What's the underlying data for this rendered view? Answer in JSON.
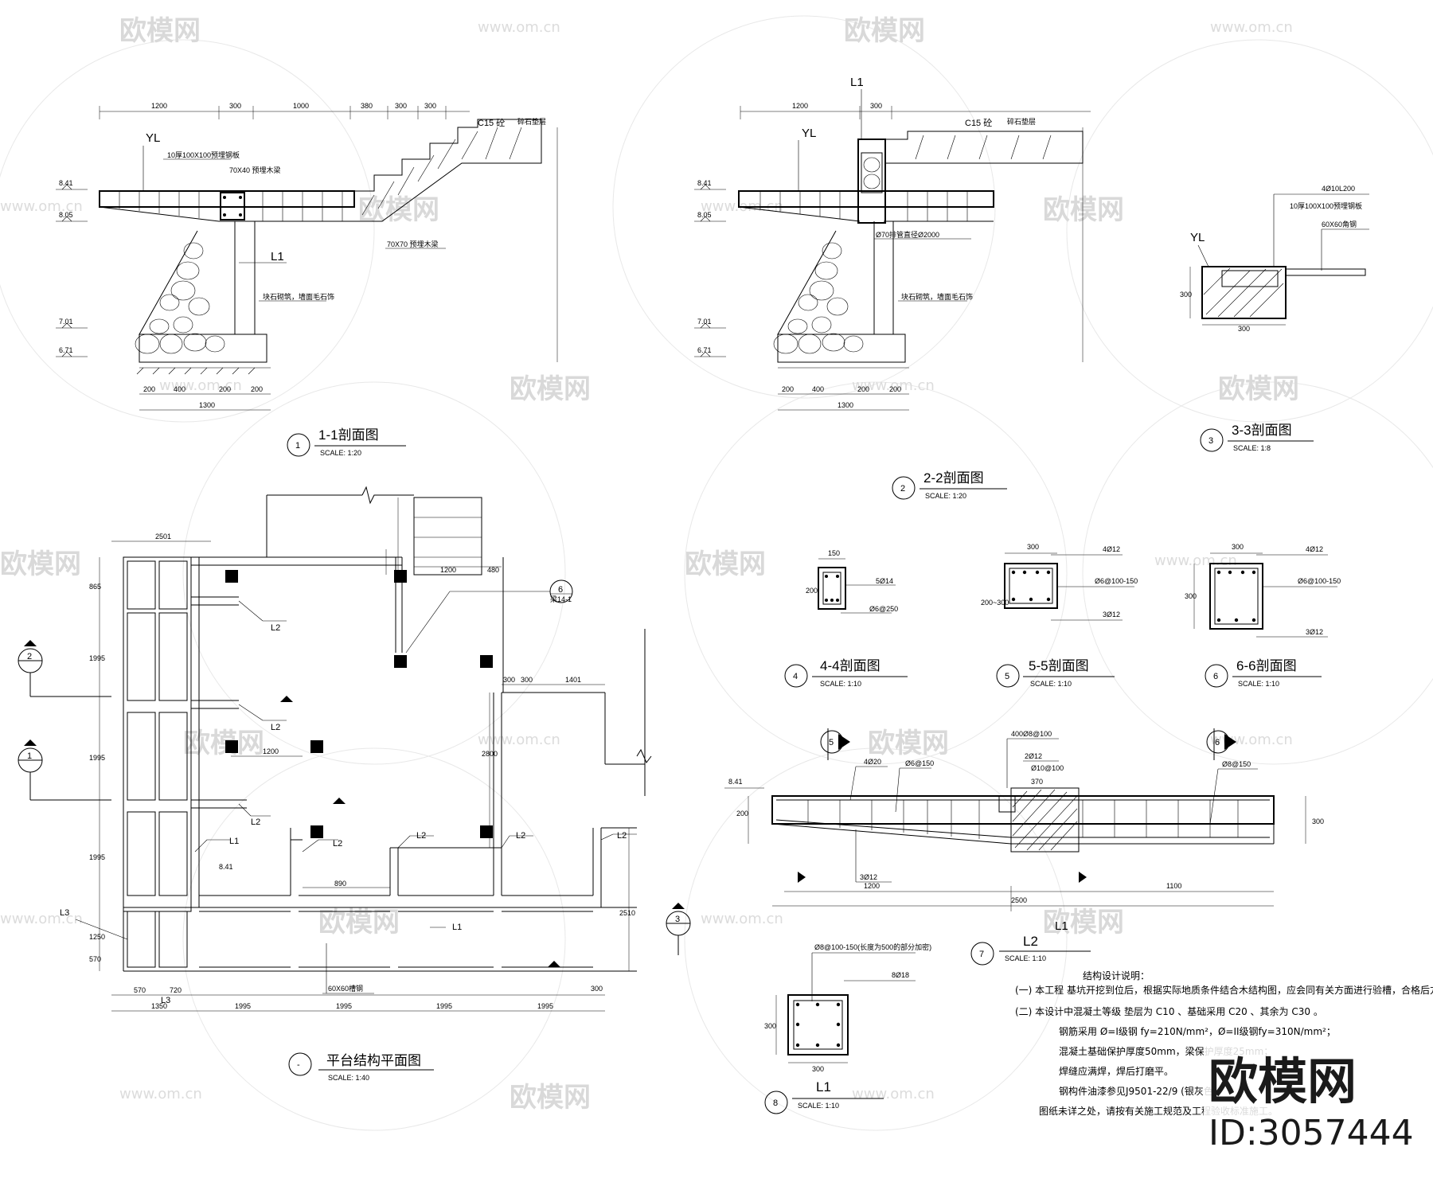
{
  "watermark": {
    "brand": "欧模网",
    "url": "www.om.cn"
  },
  "brand": {
    "name": "欧模网",
    "id": "ID:3057444"
  },
  "views": {
    "v1": {
      "num": "1",
      "title": "1-1剖面图",
      "scale": "SCALE: 1:20"
    },
    "v2": {
      "num": "2",
      "title": "2-2剖面图",
      "scale": "SCALE: 1:20"
    },
    "v3": {
      "num": "3",
      "title": "3-3剖面图",
      "scale": "SCALE: 1:8"
    },
    "v4": {
      "num": "4",
      "title": "4-4剖面图",
      "scale": "SCALE: 1:10"
    },
    "v5": {
      "num": "5",
      "title": "5-5剖面图",
      "scale": "SCALE: 1:10"
    },
    "v6": {
      "num": "6",
      "title": "6-6剖面图",
      "scale": "SCALE: 1:10"
    },
    "v7": {
      "num": "7",
      "title": "L2",
      "scale": "SCALE: 1:10"
    },
    "v8": {
      "num": "8",
      "title": "L1",
      "scale": "SCALE: 1:10"
    },
    "plan": {
      "num": "-",
      "title": "平台结构平面图",
      "scale": "SCALE: 1:40"
    }
  },
  "labels": {
    "YL": "YL",
    "L1": "L1",
    "L2": "L2",
    "L3": "L3",
    "c15": "C15 砼",
    "sand": "碎石垫层",
    "plate": "10厚100X100预埋钢板",
    "wood70x40": "70X40 预埋木梁",
    "wood70x70": "70X70 预埋木梁",
    "stone": "块石砌筑，墙面毛石饰",
    "pipe": "Ø70排管直径Ø2000",
    "rebar": "4Ø10L200",
    "angle": "60X60角钢",
    "channel": "60X60槽钢"
  },
  "dims_1": [
    "1200",
    "300",
    "1000",
    "380",
    "300",
    "300"
  ],
  "dims_1b": [
    "200",
    "400",
    "200",
    "200"
  ],
  "total_1": "1300",
  "elev": [
    "8.41",
    "8.05",
    "7.01",
    "6.71"
  ],
  "dims_2": [
    "1200",
    "300"
  ],
  "total_2": "1300",
  "rebars": {
    "s4": [
      "5Ø14",
      "Ø6@250",
      "150",
      "200"
    ],
    "s5": [
      "4Ø12",
      "Ø6@100-150",
      "3Ø12",
      "300",
      "200~300"
    ],
    "s6": [
      "4Ø12",
      "Ø6@100-150",
      "3Ø12",
      "300"
    ],
    "s7": [
      "400Ø8@100",
      "4Ø20",
      "Ø6@150",
      "2Ø12",
      "Ø10@100",
      "370",
      "Ø8@150",
      "3Ø12",
      "1200",
      "1100",
      "2500",
      "300",
      "200"
    ],
    "s8": [
      "Ø8@100-150(长度为500的部分加密)",
      "8Ø18",
      "300"
    ]
  },
  "plan": {
    "dims_top": [
      "2501",
      "1200",
      "480"
    ],
    "dims_bottom": [
      "570",
      "720",
      "1350",
      "1995",
      "1995",
      "1995",
      "1995"
    ],
    "dims_left": [
      "865",
      "1995",
      "1995",
      "1995",
      "1250",
      "570"
    ],
    "dims_right": [
      "2510",
      "300"
    ],
    "inner": [
      "300",
      "300",
      "1401",
      "1200",
      "2800",
      "890"
    ],
    "elev": "8.41",
    "ref": "6",
    "ref2": "梁14-1"
  },
  "notes": {
    "title": "结构设计说明：",
    "lines": [
      "(一) 本工程 基坑开挖到位后，根据实际地质条件结合木结构图，应会同有关方面进行验槽，合格后方可进行下一步施工。",
      "(二) 本设计中混凝土等级  垫层为 C10 、基础采用 C20 、其余为 C30 。",
      "钢筋采用  Ø=I级钢 fy=210N/mm²，Ø=II级钢fy=310N/mm²；",
      "混凝土基础保护厚度50mm，梁保护厚度25mm；",
      "焊缝应满焊，焊后打磨平。",
      "钢构件油漆参见J9501-22/9 (银灰色)",
      "图纸未详之处，请按有关施工规范及工程验收标准施工。"
    ]
  }
}
